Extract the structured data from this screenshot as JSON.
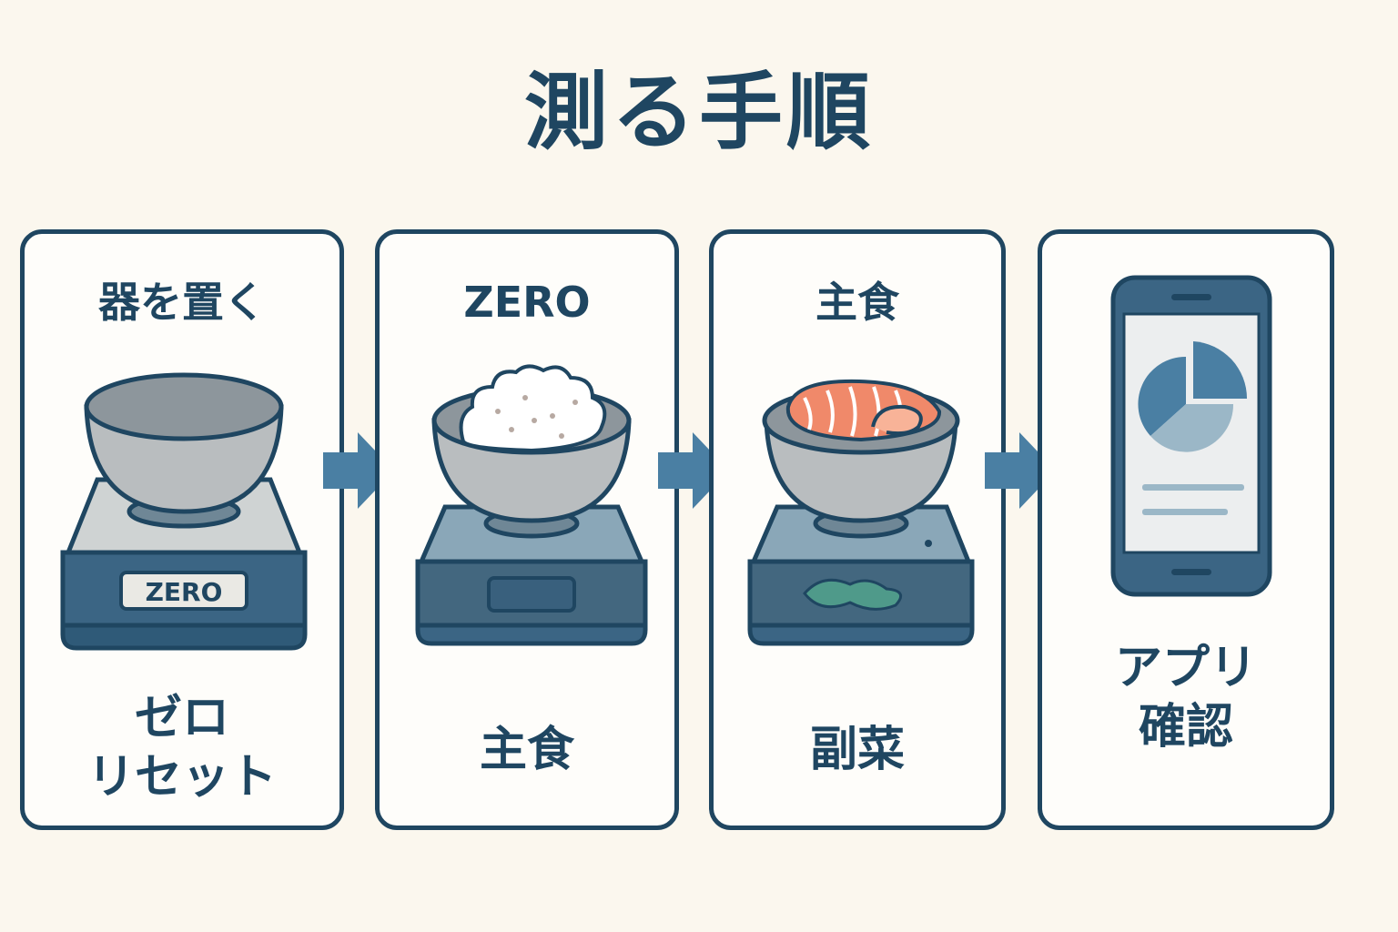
{
  "title": "測る手順",
  "steps": [
    {
      "top_label": "器を置く",
      "display": "ZERO",
      "bottom_label_line1": "ゼロ",
      "bottom_label_line2": "リセット"
    },
    {
      "top_label": "ZERO",
      "bottom_label": "主食"
    },
    {
      "top_label": "主食",
      "bottom_label": "副菜"
    },
    {
      "bottom_label_line1": "アプリ",
      "bottom_label_line2": "確認"
    }
  ],
  "colors": {
    "navy": "#1f4661",
    "accent_blue": "#4a7fa3",
    "background": "#fbf7ee",
    "salmon": "#f0896a",
    "leaf_green": "#4f9a8a"
  },
  "icons": [
    "bowl-on-scale-icon",
    "rice-bowl-on-scale-icon",
    "salmon-bowl-on-scale-icon",
    "smartphone-pie-chart-icon",
    "arrow-right-icon"
  ]
}
